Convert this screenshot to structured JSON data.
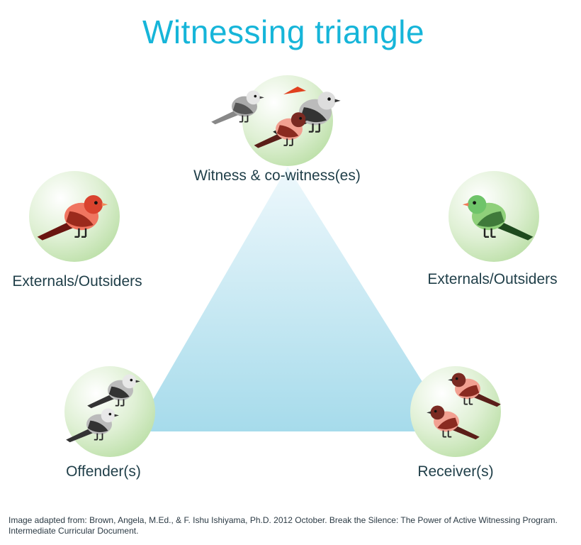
{
  "title": "Witnessing triangle",
  "nodes": {
    "witness": {
      "label": "Witness & co-witness(es)",
      "icon": "three-birds-icon"
    },
    "outsider_left": {
      "label": "Externals/Outsiders",
      "icon": "red-bird-icon"
    },
    "outsider_right": {
      "label": "Externals/Outsiders",
      "icon": "green-bird-icon"
    },
    "offender": {
      "label": "Offender(s)",
      "icon": "grey-birds-icon"
    },
    "receiver": {
      "label": "Receiver(s)",
      "icon": "brown-birds-icon"
    }
  },
  "caption": {
    "line1": "Image adapted from: Brown, Angela, M.Ed., & F. Ishu Ishiyama, Ph.D. 2012 October. Break the Silence: The Power of Active Witnessing Program.",
    "line2": "Intermediate Curricular Document."
  },
  "colors": {
    "title": "#16b5d9",
    "label": "#1f3e48",
    "circle": "#cde8bf",
    "triangle_top": "#e8f5fb",
    "triangle_bottom": "#a9dcec"
  }
}
